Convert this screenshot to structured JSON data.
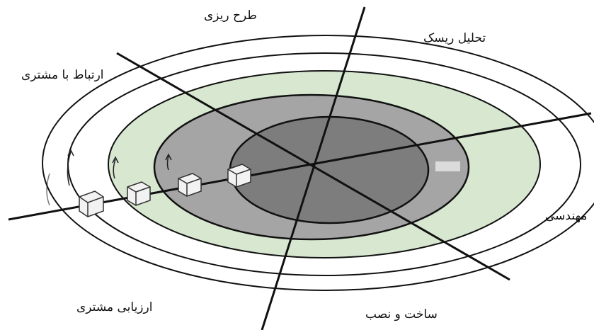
{
  "diagram": {
    "labels": {
      "planning": "طرح ریزی",
      "risk_analysis": "تحلیل ریسک",
      "customer_communication": "ارتباط با مشتری",
      "engineering": "مهندسی",
      "customer_evaluation": "ارزیابی مشتری",
      "construction_release": "ساخت و نصب"
    },
    "colors": {
      "outer_ring": "#ffffff",
      "green_ring": "#d7e7d0",
      "mid_gray": "#a5a5a5",
      "inner_gray": "#7d7d7d",
      "lines": "#111111",
      "boxes": "#f2f2f2"
    }
  }
}
